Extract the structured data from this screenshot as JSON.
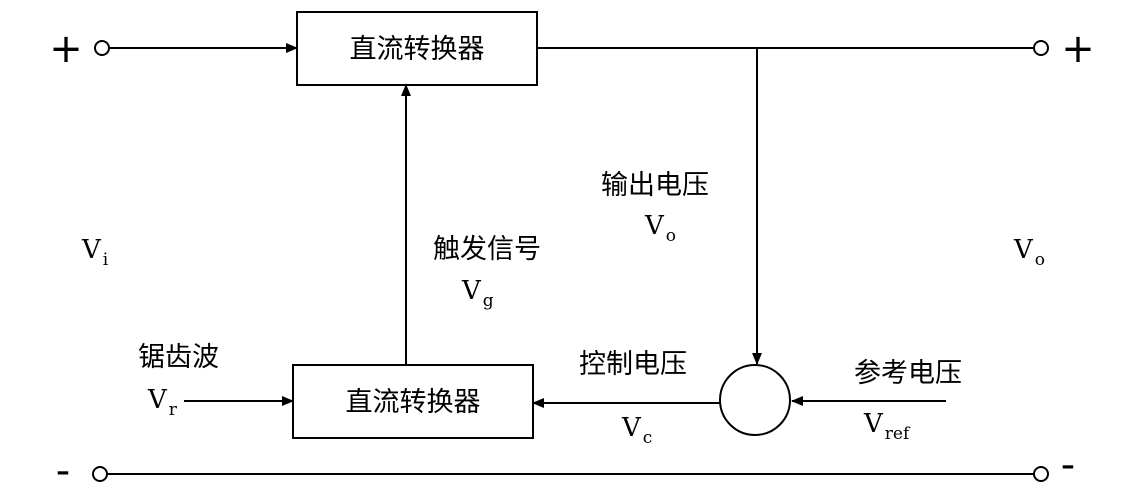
{
  "blocks": {
    "top_converter": "直流转换器",
    "bottom_converter": "直流转换器"
  },
  "terminals": {
    "input_pos": "+",
    "input_neg": "-",
    "output_pos": "+",
    "output_neg": "-"
  },
  "labels": {
    "vi": {
      "main": "V",
      "sub": "i"
    },
    "vo_right": {
      "main": "V",
      "sub": "o"
    },
    "output_voltage": {
      "text": "输出电压",
      "main": "V",
      "sub": "o"
    },
    "trigger_signal": {
      "text": "触发信号",
      "main": "V",
      "sub": "g"
    },
    "sawtooth": {
      "text": "锯齿波",
      "main": "V",
      "sub": "r"
    },
    "control_voltage": {
      "text": "控制电压",
      "main": "V",
      "sub": "c"
    },
    "reference_voltage": {
      "text": "参考电压",
      "main": "V",
      "sub": "ref"
    }
  }
}
